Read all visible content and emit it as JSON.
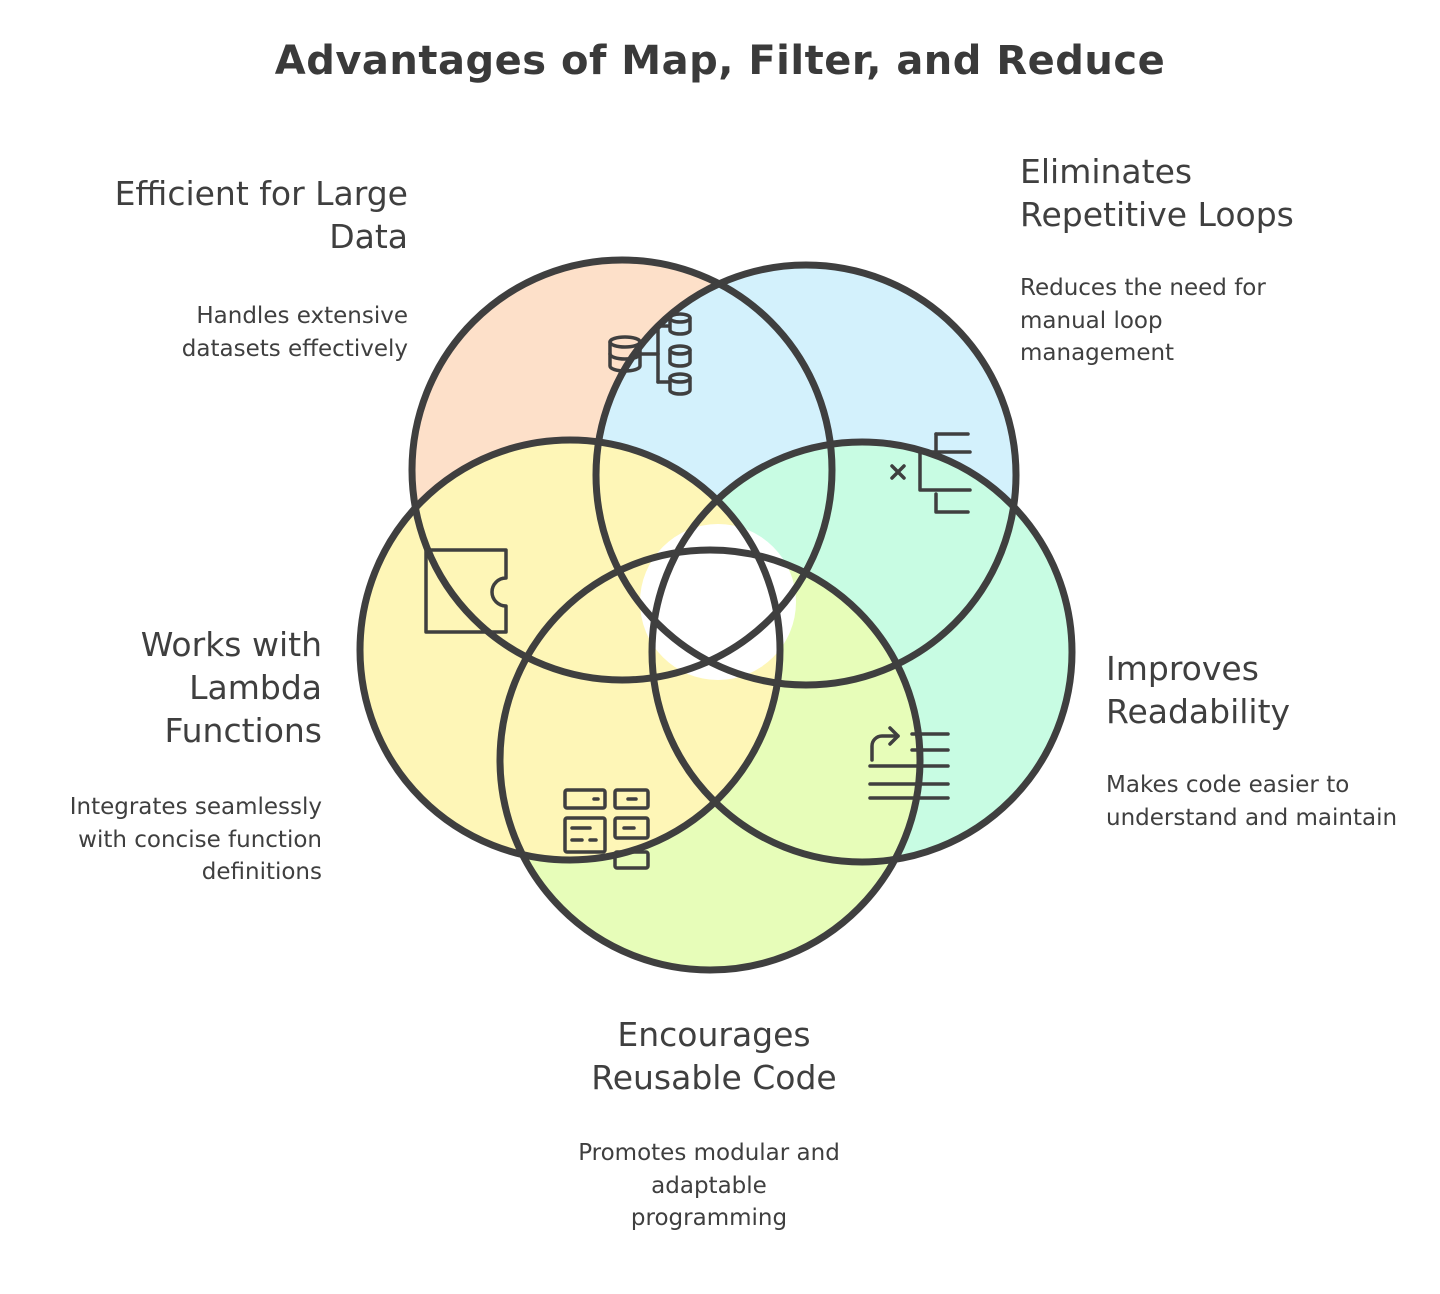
{
  "title": "Advantages of Map, Filter, and Reduce",
  "items": [
    {
      "heading": "Efficient for Large Data",
      "description": "Handles extensive datasets effectively",
      "icon": "database-hierarchy-icon",
      "color": "#fde0c9"
    },
    {
      "heading": "Eliminates Repetitive Loops",
      "description": "Reduces the need for manual loop management",
      "icon": "remove-bracket-icon",
      "color": "#d3f1fc"
    },
    {
      "heading": "Improves Readability",
      "description": "Makes code easier to understand and maintain",
      "icon": "text-indent-icon",
      "color": "#c8fce3"
    },
    {
      "heading": "Encourages Reusable Code",
      "description": "Promotes modular and adaptable programming",
      "icon": "modules-grid-icon",
      "color": "#e7fdb9"
    },
    {
      "heading": "Works with Lambda Functions",
      "description": "Integrates seamlessly with concise function definitions",
      "icon": "puzzle-piece-icon",
      "color": "#fef6b7"
    }
  ]
}
